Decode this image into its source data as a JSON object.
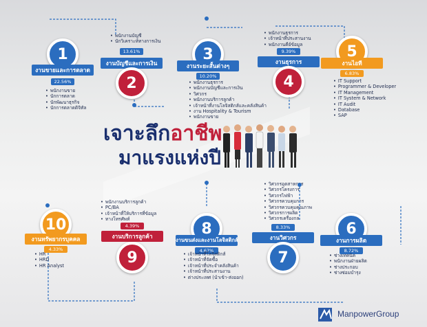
{
  "title_line1_prefix": "เจาะลึก",
  "title_line1_accent": "อาชีพ",
  "title_line2": "มาแรงแห่งปี",
  "brand": "ManpowerGroup",
  "colors": {
    "blue": "#2b6dbf",
    "orange": "#f29a1f",
    "red": "#c0203a",
    "gray": "#8a98a9",
    "navy": "#1a2f6e"
  },
  "nodes": [
    {
      "num": "1",
      "label": "งานขายและการตลาด",
      "pct": "22.56%",
      "items": [
        "พนักงานขาย",
        "นักการตลาด",
        "นักพัฒนาธุรกิจ",
        "นักการตลาดดิจิทัล"
      ]
    },
    {
      "num": "2",
      "label": "งานบัญชีและการเงิน",
      "pct": "13.61%",
      "items": [
        "พนักงานบัญชี",
        "นักวิเคราะห์ทางการเงิน"
      ]
    },
    {
      "num": "3",
      "label": "งานระยะสั้นต่างๆ",
      "pct": "10.20%",
      "items": [
        "พนักงานธุรการ",
        "พนักงานบัญชีและการเงิน",
        "วิศวกร",
        "พนักงานบริการลูกค้า",
        "เจ้าหน้าที่งานโลจิสติกส์และคลังสินค้า",
        "งาน Hospitality & Tourism",
        "พนักงานขาย"
      ]
    },
    {
      "num": "4",
      "label": "งานธุรการ",
      "pct": "9.39%",
      "items": [
        "พนักงานธุรการ",
        "เจ้าหน้าที่ประสานงาน",
        "พนักงานคีย์ข้อมูล"
      ]
    },
    {
      "num": "5",
      "label": "งานไอที",
      "pct": "6.83%",
      "items": [
        "IT Support",
        "Programmer & Developer",
        "IT Management",
        "IT System & Network",
        "IT Audit",
        "Database",
        "SAP"
      ]
    },
    {
      "num": "6",
      "label": "งานการผลิต",
      "pct": "8.72%",
      "items": [
        "ช่างเทคนิค",
        "พนักงานฝ่ายผลิต",
        "ช่างประกอบ",
        "ช่างซ่อมบำรุง"
      ]
    },
    {
      "num": "7",
      "label": "งานวิศวกร",
      "pct": "8.33%",
      "items": [
        "วิศวกรอุตสาหการ",
        "วิศวกรโครงการ",
        "วิศวกรไฟฟ้า",
        "วิศวกรควบคุมการ",
        "วิศวกรควบคุมคุณภาพ",
        "วิศวกรการผลิต",
        "วิศวกรเครื่องกล"
      ]
    },
    {
      "num": "8",
      "label": "งานขนส่งและงานโลจิสติกส์",
      "pct": "4.67%",
      "items": [
        "เจ้าหน้าที่โลจิสติกส์",
        "เจ้าหน้าที่จัดซื้อ",
        "เจ้าหน้าที่ประจำคลังสินค้า",
        "เจ้าหน้าที่ประสานงาน",
        "ต่างประเทศ (นำเข้า-ส่งออก)"
      ]
    },
    {
      "num": "9",
      "label": "งานบริการลูกค้า",
      "pct": "4.39%",
      "items": [
        "พนักงานบริการลูกค้า",
        "PC/BA",
        "เจ้าหน้าที่ให้บริการที่ข้อมูล",
        "ทางโทรศัพท์"
      ]
    },
    {
      "num": "10",
      "label": "งานทรัพยากรบุคคล",
      "pct": "4.33%",
      "items": [
        "HR",
        "HRD",
        "HR Analyst"
      ]
    }
  ]
}
